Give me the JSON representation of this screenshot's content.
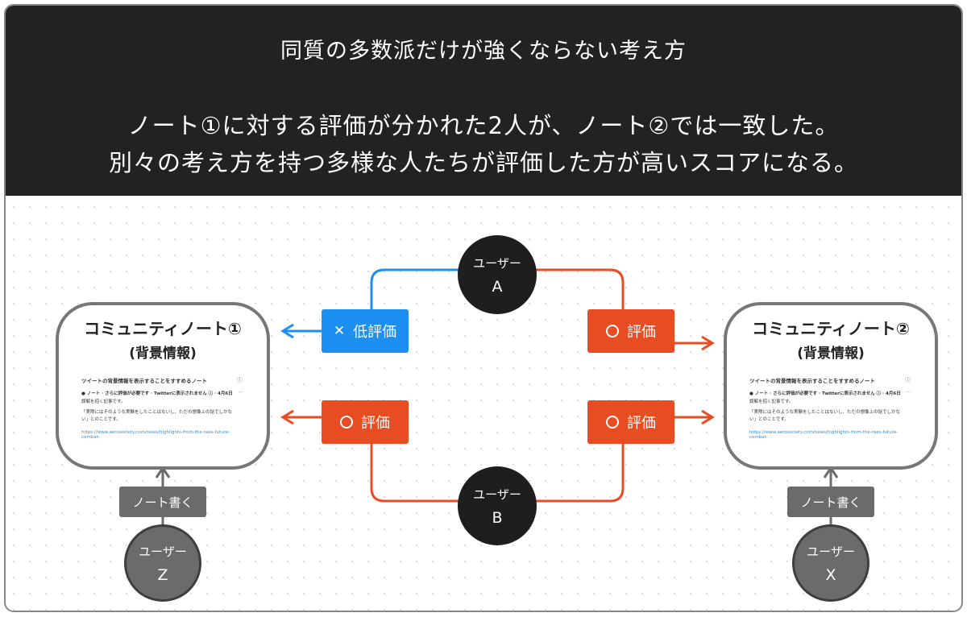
{
  "header": {
    "title": "同質の多数派だけが強くならない考え方",
    "line1": "ノート①に対する評価が分かれた2人が、ノート②では一致した。",
    "line2": "別々の考え方を持つ多様な人たちが評価した方が高いスコアになる。"
  },
  "users": {
    "a": {
      "role": "ユーザー",
      "id": "A"
    },
    "b": {
      "role": "ユーザー",
      "id": "B"
    },
    "z": {
      "role": "ユーザー",
      "id": "Z"
    },
    "x": {
      "role": "ユーザー",
      "id": "X"
    }
  },
  "ratings": {
    "low": {
      "symbol": "✕",
      "label": "低評価"
    },
    "good": {
      "label": "評価"
    }
  },
  "write_note_label": "ノート書く",
  "cards": {
    "note1": {
      "title": "コミュニティノート①",
      "subtitle": "(背景情報)"
    },
    "note2": {
      "title": "コミュニティノート②",
      "subtitle": "(背景情報)"
    }
  },
  "mini_note": {
    "heading": "ツイートの背景情報を表示することをすすめるノート",
    "info_icon": "ⓘ",
    "status": "● ノート · さらに評価が必要です · Twitterに表示されません ⓘ · 4月6日",
    "more": "···",
    "line_a": "誤解を招く記事です。",
    "body": "「実際にはそのような実験をしたことはないし、ただの想像上の話でしかない」とのことです。",
    "link": "https://www.aerosociety.com/news/highlights-from-the-raes-future-combat-"
  },
  "colors": {
    "red": "#e84c22",
    "blue": "#1c8ff0",
    "dark": "#1e1e1e",
    "gray": "#6b6b6b"
  }
}
